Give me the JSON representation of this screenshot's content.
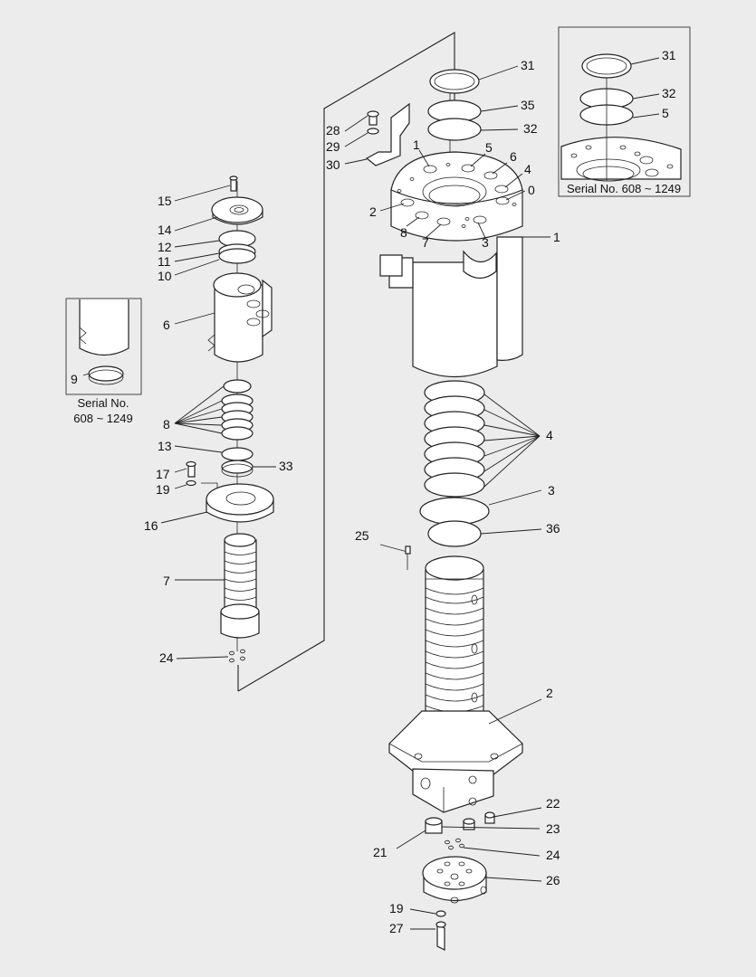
{
  "inset_right": {
    "labels": [
      "31",
      "32",
      "5"
    ],
    "caption": "Serial No. 608 ~ 1249"
  },
  "inset_left": {
    "label": "9",
    "caption_line1": "Serial No.",
    "caption_line2": "608 ~ 1249"
  },
  "callouts": {
    "c31": "31",
    "c35": "35",
    "c32": "32",
    "c28": "28",
    "c29": "29",
    "c30": "30",
    "c1a": "1",
    "c5": "5",
    "c6": "6",
    "c4a": "4",
    "c0": "0",
    "c2a": "2",
    "c8a": "8",
    "c7a": "7",
    "c3a": "3",
    "c1b": "1",
    "c15": "15",
    "c14": "14",
    "c12": "12",
    "c11": "11",
    "c10": "10",
    "c6b": "6",
    "c8b": "8",
    "c13": "13",
    "c33": "33",
    "c17": "17",
    "c19a": "19",
    "c16": "16",
    "c7b": "7",
    "c24a": "24",
    "c4b": "4",
    "c3b": "3",
    "c36": "36",
    "c25": "25",
    "c2b": "2",
    "c22": "22",
    "c23": "23",
    "c21": "21",
    "c24b": "24",
    "c26": "26",
    "c19b": "19",
    "c27": "27"
  }
}
